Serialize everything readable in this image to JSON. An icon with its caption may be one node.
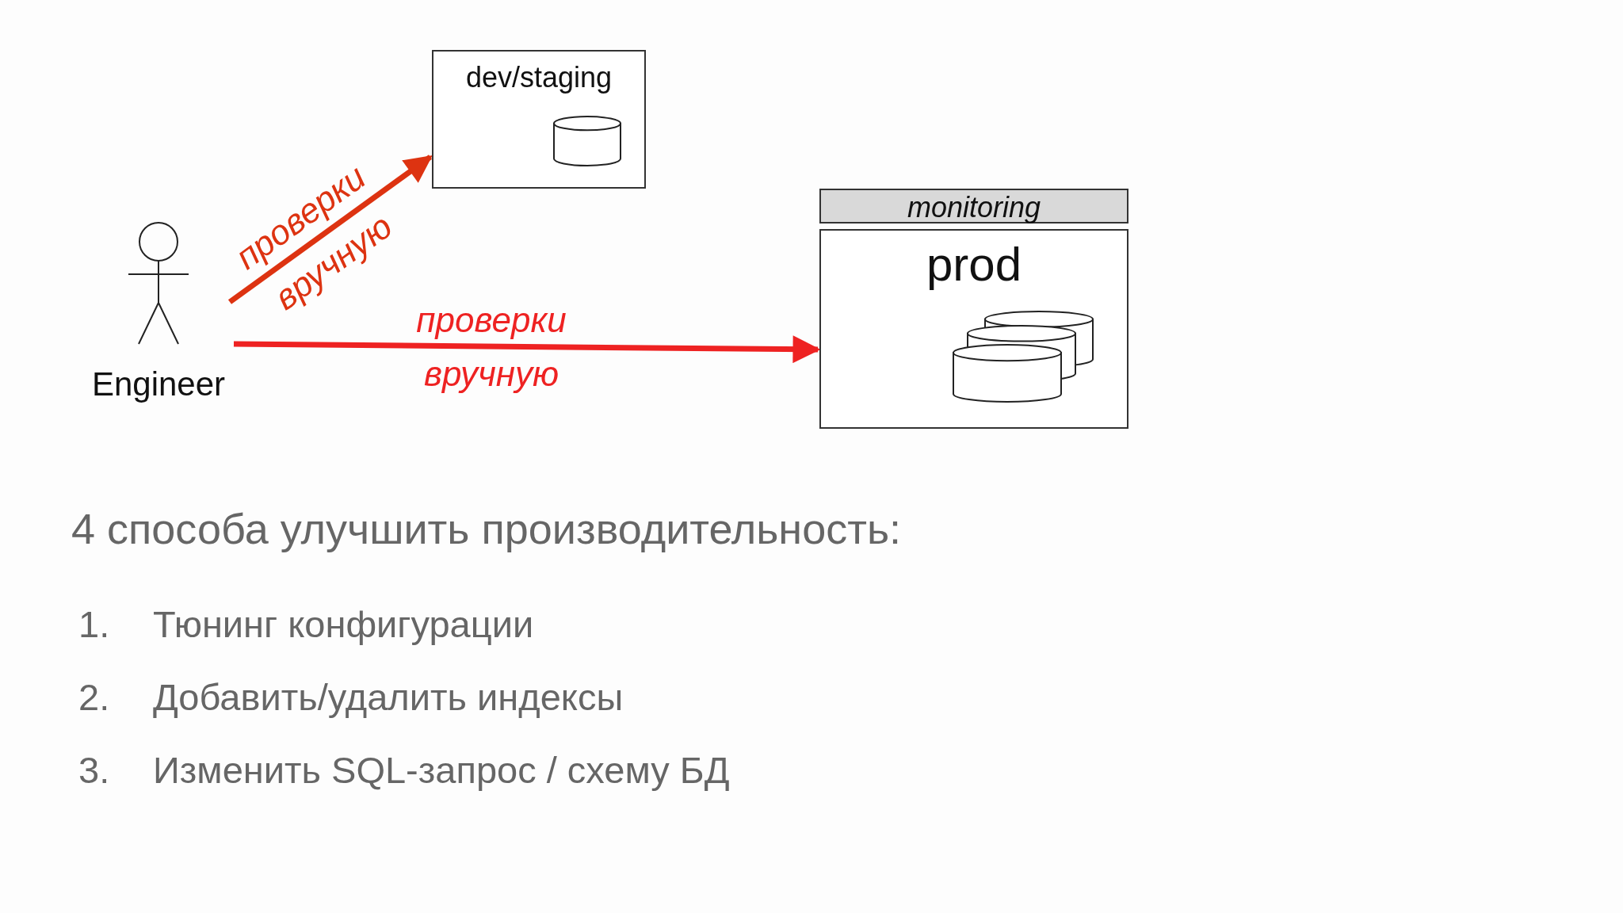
{
  "diagram": {
    "nodes": [
      {
        "text": [
          "Engineer"
        ]
      },
      {
        "text": [
          "dev/staging"
        ]
      },
      {
        "text": [
          "monitoring"
        ]
      },
      {
        "text": [
          "prod"
        ]
      }
    ],
    "edges": [
      {
        "from": 0,
        "to": 1,
        "arrow": "to",
        "label": "проверки вручную",
        "color": "#dd3311"
      },
      {
        "from": 0,
        "to": 3,
        "arrow": "to",
        "label": "проверки вручную",
        "color": "#ee2222"
      }
    ],
    "labels": [
      "4 способа улучшить производительность:",
      "1.",
      "Тюнинг конфигурации",
      "2.",
      "Добавить/удалить индексы",
      "3.",
      "Изменить SQL-запрос / схему БД"
    ]
  }
}
